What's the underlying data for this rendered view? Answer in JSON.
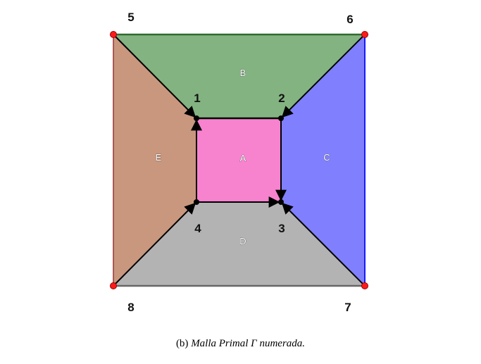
{
  "colors": {
    "face_A": "#f783cf",
    "face_B": "#83b381",
    "face_C": "#8080ff",
    "face_D": "#b3b3b3",
    "face_E": "#c9977e",
    "outer_top": "#2e6b2e",
    "outer_right": "#1a1aff",
    "outer_bottom": "#666666",
    "outer_left": "#993333",
    "outer_vertex": "#ff1a1a",
    "inner_vertex": "#000000"
  },
  "faces": {
    "A": "A",
    "B": "B",
    "C": "C",
    "D": "D",
    "E": "E"
  },
  "vertices": {
    "v1": "1",
    "v2": "2",
    "v3": "3",
    "v4": "4",
    "v5": "5",
    "v6": "6",
    "v7": "7",
    "v8": "8"
  },
  "caption": {
    "prefix": "(b)",
    "text": "Malla Primal Γ numerada."
  }
}
